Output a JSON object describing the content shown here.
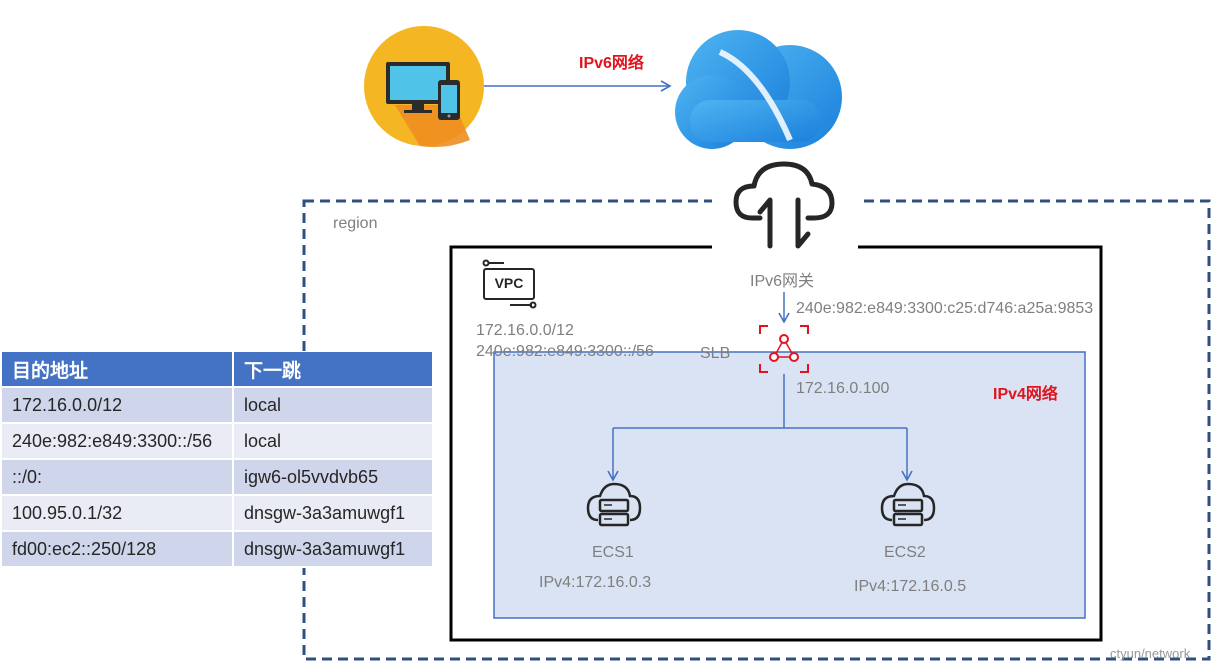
{
  "labels": {
    "ipv6_network": "IPv6网络",
    "region": "region",
    "vpc_badge": "VPC",
    "vpc_ipv4_cidr": "172.16.0.0/12",
    "vpc_ipv6_cidr": "240e:982:e849:3300::/56",
    "ipv6_gateway": "IPv6网关",
    "slb_ipv6": "240e:982:e849:3300:c25:d746:a25a:9853",
    "slb": "SLB",
    "slb_ipv4": "172.16.0.100",
    "ipv4_network": "IPv4网络",
    "ecs1_name": "ECS1",
    "ecs1_ip": "IPv4:172.16.0.3",
    "ecs2_name": "ECS2",
    "ecs2_ip": "IPv4:172.16.0.5",
    "watermark": "ctyun/network"
  },
  "route_table": {
    "headers": [
      "目的地址",
      "下一跳"
    ],
    "rows": [
      [
        "172.16.0.0/12",
        "local"
      ],
      [
        "240e:982:e849:3300::/56",
        "local"
      ],
      [
        "::/0:",
        "igw6-ol5vvdvb65"
      ],
      [
        "100.95.0.1/32",
        "dnsgw-3a3amuwgf1"
      ],
      [
        "fd00:ec2::250/128",
        "dnsgw-3a3amuwgf1"
      ]
    ]
  },
  "colors": {
    "accent_blue": "#4472c4",
    "region_border": "#2f4f7f",
    "subnet_fill": "#dae3f3",
    "red": "#e0141d"
  }
}
